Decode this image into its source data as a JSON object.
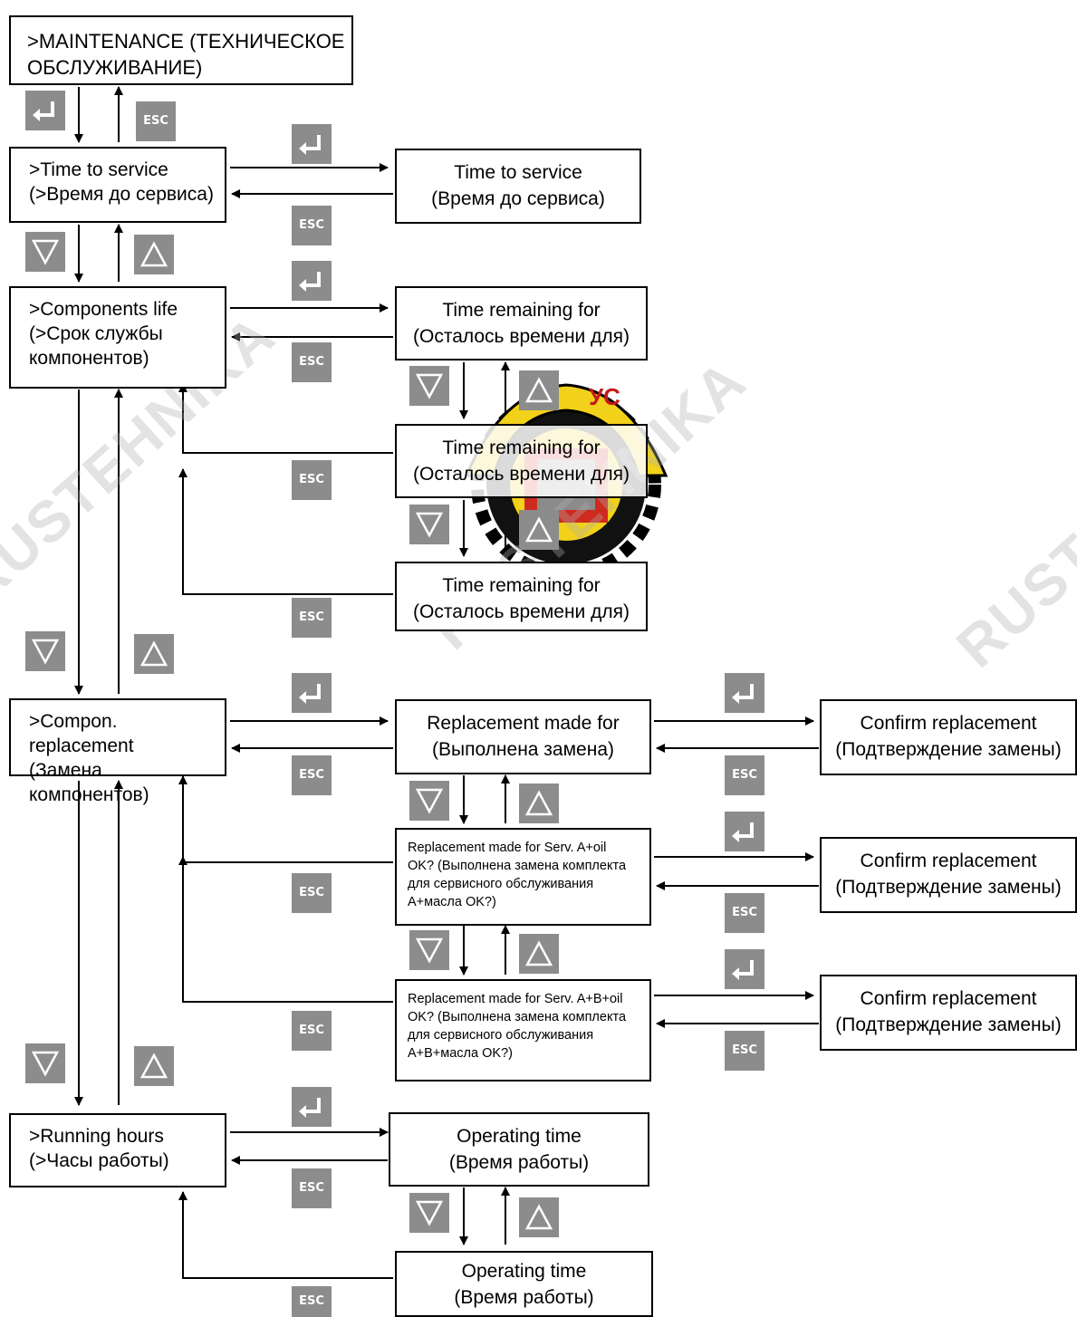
{
  "watermark": "RUSTEHNIKA",
  "logo": {
    "text": "УС"
  },
  "button_labels": {
    "esc": "ESC"
  },
  "boxes": {
    "maintenance": {
      "l1": ">MAINTENANCE (ТЕХНИЧЕСКОЕ",
      "l2": "ОБСЛУЖИВАНИЕ)"
    },
    "time_to_service_menu": {
      "l1": ">Time to service",
      "l2": "(>Время до сервиса)"
    },
    "time_to_service": {
      "l1": "Time to service",
      "l2": "(Время до сервиса)"
    },
    "components_life_menu": {
      "l1": ">Components life",
      "l2": "(>Срок службы\nкомпонентов)"
    },
    "time_remaining_1": {
      "l1": "Time remaining for",
      "l2": "(Осталось времени для)"
    },
    "time_remaining_2": {
      "l1": "Time remaining for",
      "l2": "(Осталось времени для)"
    },
    "time_remaining_3": {
      "l1": "Time remaining for",
      "l2": "(Осталось времени для)"
    },
    "compon_replacement_menu": {
      "l1": ">Compon. replacement",
      "l2": "(Замена компонентов)"
    },
    "replacement_made": {
      "l1": "Replacement made for",
      "l2": "(Выполнена замена)"
    },
    "confirm_1": {
      "l1": "Confirm replacement",
      "l2": "(Подтверждение замены)"
    },
    "replacement_a_oil": {
      "l1": "Replacement made for Serv. A+oil",
      "l2": "OK? (Выполнена замена комплекта\nдля сервисного обслуживания\nA+масла           OK?)"
    },
    "confirm_2": {
      "l1": "Confirm replacement",
      "l2": "(Подтверждение замены)"
    },
    "replacement_ab_oil": {
      "l1": "Replacement made for Serv. A+B+oil",
      "l2": "OK? (Выполнена замена комплекта\nдля сервисного обслуживания\nA+B+масла        OK?)"
    },
    "confirm_3": {
      "l1": "Confirm replacement",
      "l2": "(Подтверждение замены)"
    },
    "running_hours_menu": {
      "l1": ">Running hours",
      "l2": "(>Часы работы)"
    },
    "operating_time_1": {
      "l1": "Operating time",
      "l2": "(Время работы)"
    },
    "operating_time_2": {
      "l1": "Operating time",
      "l2": "(Время работы)"
    }
  }
}
